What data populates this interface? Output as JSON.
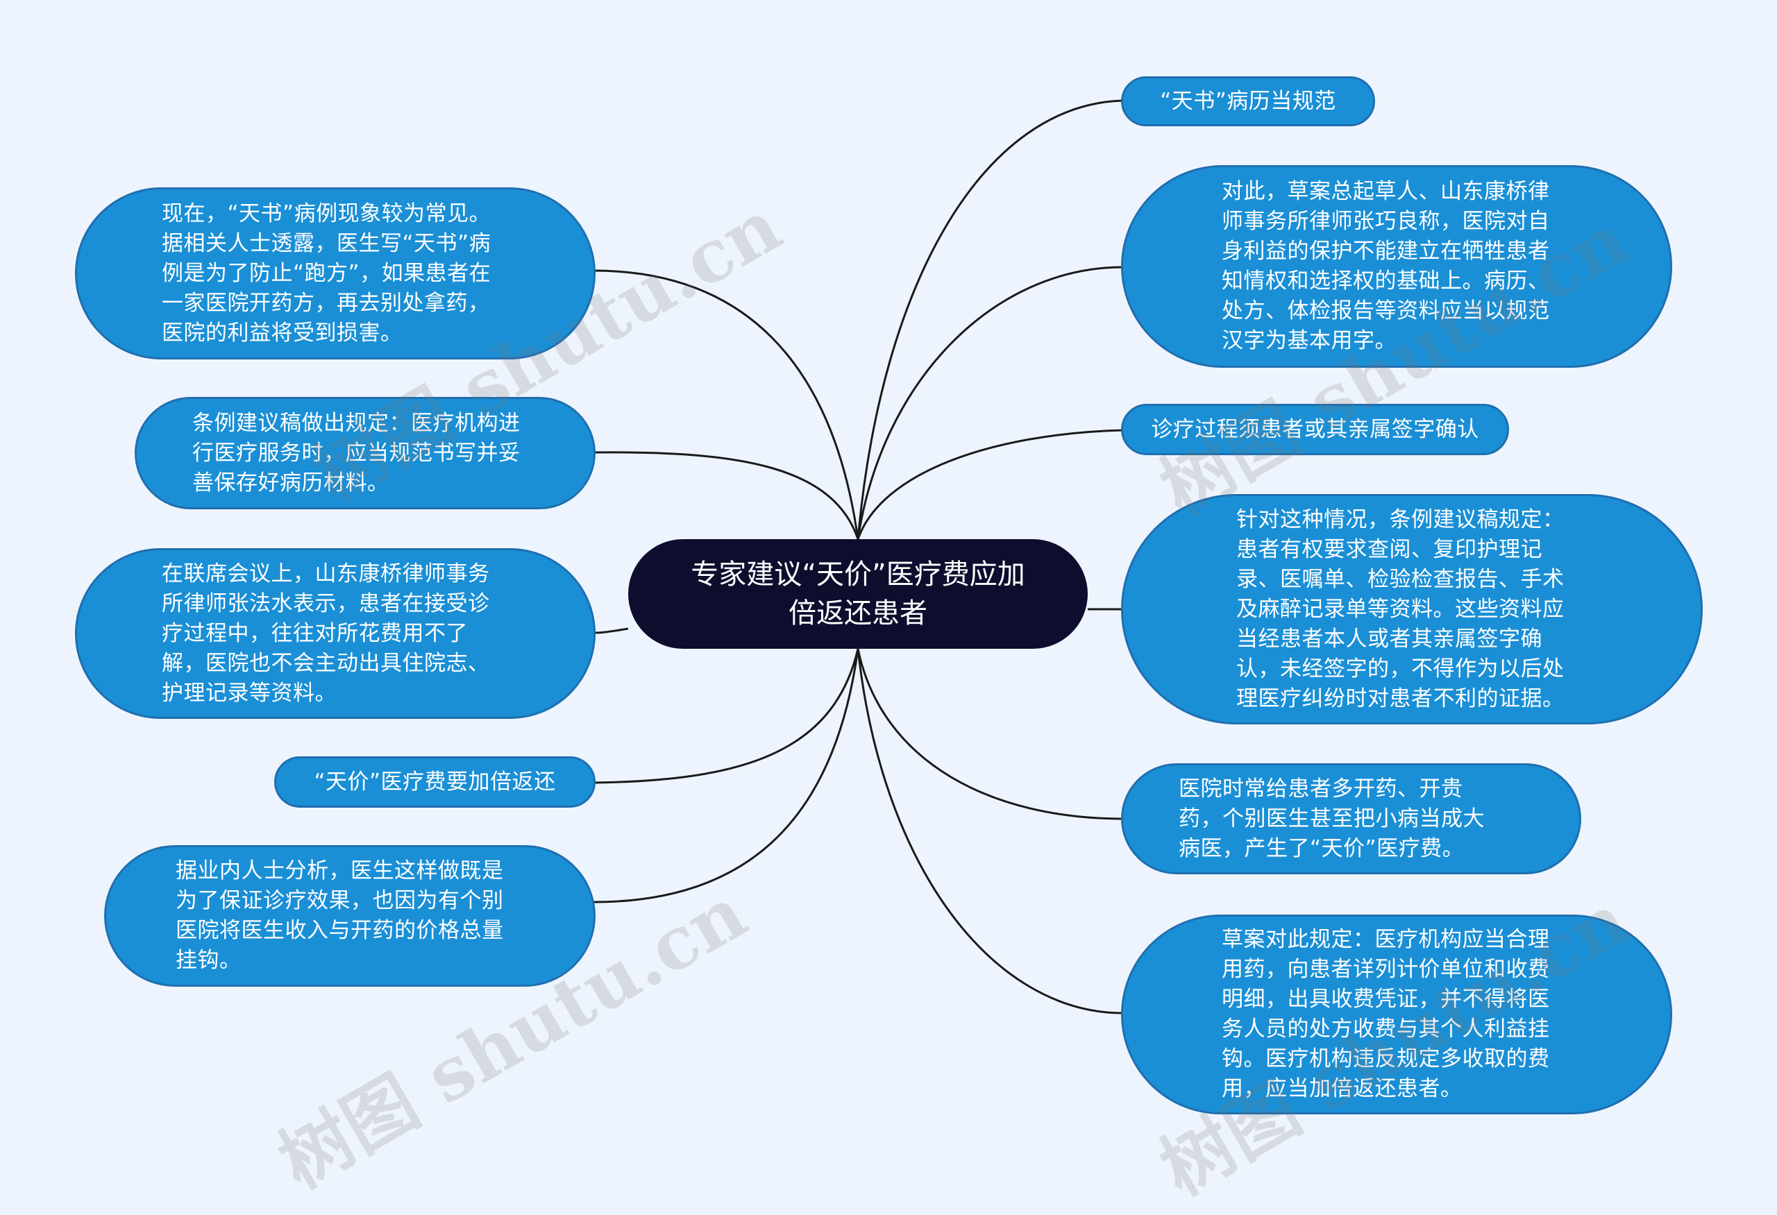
{
  "center": "专家建议“天价”医疗费应加倍返还患者",
  "watermark": "树图 shutu.cn",
  "colors": {
    "node_fill": "#1a8fd6",
    "node_border": "#1f6fb0",
    "center_fill": "#0d0d2e",
    "background": "#eef4fd"
  },
  "right_nodes": [
    "“天书”病历当规范",
    "对此，草案总起草人、山东康桥律师事务所律师张巧良称，医院对自身利益的保护不能建立在牺牲患者知情权和选择权的基础上。病历、处方、体检报告等资料应当以规范汉字为基本用字。",
    "诊疗过程须患者或其亲属签字确认",
    "针对这种情况，条例建议稿规定：患者有权要求查阅、复印护理记录、医嘱单、检验检查报告、手术及麻醉记录单等资料。这些资料应当经患者本人或者其亲属签字确认，未经签字的，不得作为以后处理医疗纠纷时对患者不利的证据。",
    "医院时常给患者多开药、开贵药，个别医生甚至把小病当成大病医，产生了“天价”医疗费。",
    "草案对此规定：医疗机构应当合理用药，向患者详列计价单位和收费明细，出具收费凭证，并不得将医务人员的处方收费与其个人利益挂钩。医疗机构违反规定多收取的费用，应当加倍返还患者。"
  ],
  "left_nodes": [
    "现在，“天书”病例现象较为常见。据相关人士透露，医生写“天书”病例是为了防止“跑方”，如果患者在一家医院开药方，再去别处拿药，医院的利益将受到损害。",
    "条例建议稿做出规定：医疗机构进行医疗服务时，应当规范书写并妥善保存好病历材料。",
    "在联席会议上，山东康桥律师事务所律师张法水表示，患者在接受诊疗过程中，往往对所花费用不了解，医院也不会主动出具住院志、护理记录等资料。",
    "“天价”医疗费要加倍返还",
    "据业内人士分析，医生这样做既是为了保证诊疗效果，也因为有个别医院将医生收入与开药的价格总量挂钩。"
  ]
}
